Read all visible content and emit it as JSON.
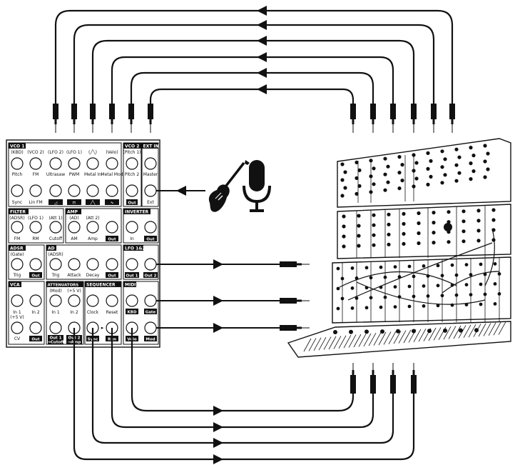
{
  "panel": {
    "sections": {
      "vco1": "VCO 1",
      "vco2": "VCO 2",
      "extin": "EXT IN",
      "filter": "FILTER",
      "amp": "AMP",
      "inverter": "INVERTER",
      "adsr": "ADSR",
      "ad": "AD",
      "lfo12": "LFO 1&2",
      "vca": "VCA",
      "attenuators": "ATTENUATORS",
      "sequencer": "SEQUENCER",
      "midi": "MIDI"
    },
    "vco1_top_hints": [
      "(KBD)",
      "(VCO 2)",
      "(LFO 2)",
      "(LFO 1)",
      "(╱╲)",
      "(Velo)"
    ],
    "vco1_row1": [
      "Pitch",
      "FM",
      "Ultrasaw",
      "PWM",
      "Metal In",
      "Metal Mod"
    ],
    "vco1_row2_first": [
      "Sync",
      "Lin FM"
    ],
    "vco1_wave_glyphs": [
      "◿",
      "⊓",
      "╱╲",
      "∿"
    ],
    "vco2_hint": "(Pitch 1)",
    "vco2_in": "Pitch 2",
    "vco2_out": "Out",
    "extin_in": "Master",
    "extin_ext": "Ext",
    "filter_hints": [
      "(ADSR)",
      "(LFO 1)",
      "(Att 1)"
    ],
    "filter_labels": [
      "FM",
      "RM",
      "Cutoff"
    ],
    "amp_hints": [
      "(AD)",
      "(Att 2)"
    ],
    "amp_labels": [
      "AM",
      "Amp"
    ],
    "amp_out": "Out",
    "inverter_in": "In",
    "inverter_out": "Out",
    "adsr_hint": "(Gate)",
    "adsr_trig": "Trig",
    "adsr_out": "Out",
    "ad_hint": "(ADSR)",
    "ad_labels": [
      "Trig",
      "Attack",
      "Decay"
    ],
    "ad_out": "Out",
    "lfo_out1": "Out 1",
    "lfo_out2": "Out 2",
    "vca_labels_in1": "In 1",
    "vca_labels_in1b": "(+5 V)",
    "vca_labels_in2": "In 2",
    "vca_cv": "CV",
    "vca_out": "Out",
    "att_hints": [
      "(Mod)",
      "(+5 V)"
    ],
    "att_in1": "In 1",
    "att_in2": "In 2",
    "att_out1": "Out 1",
    "att_out1b": "→Cutoff",
    "att_out2": "Out 2",
    "att_out2b": "→Amp",
    "seq_clock": "Clock",
    "seq_reset": "Reset",
    "seq_sync": "Sync",
    "seq_run": "Run",
    "midi_kbd": "KBD",
    "midi_gate": "Gate",
    "midi_velo": "Velo",
    "midi_mod": "Mod"
  },
  "icons": {
    "guitar": "guitar-icon",
    "microphone": "microphone-icon",
    "modular_synth": "modular-synth-illustration"
  },
  "colors": {
    "ink": "#111111",
    "paper": "#ffffff"
  }
}
